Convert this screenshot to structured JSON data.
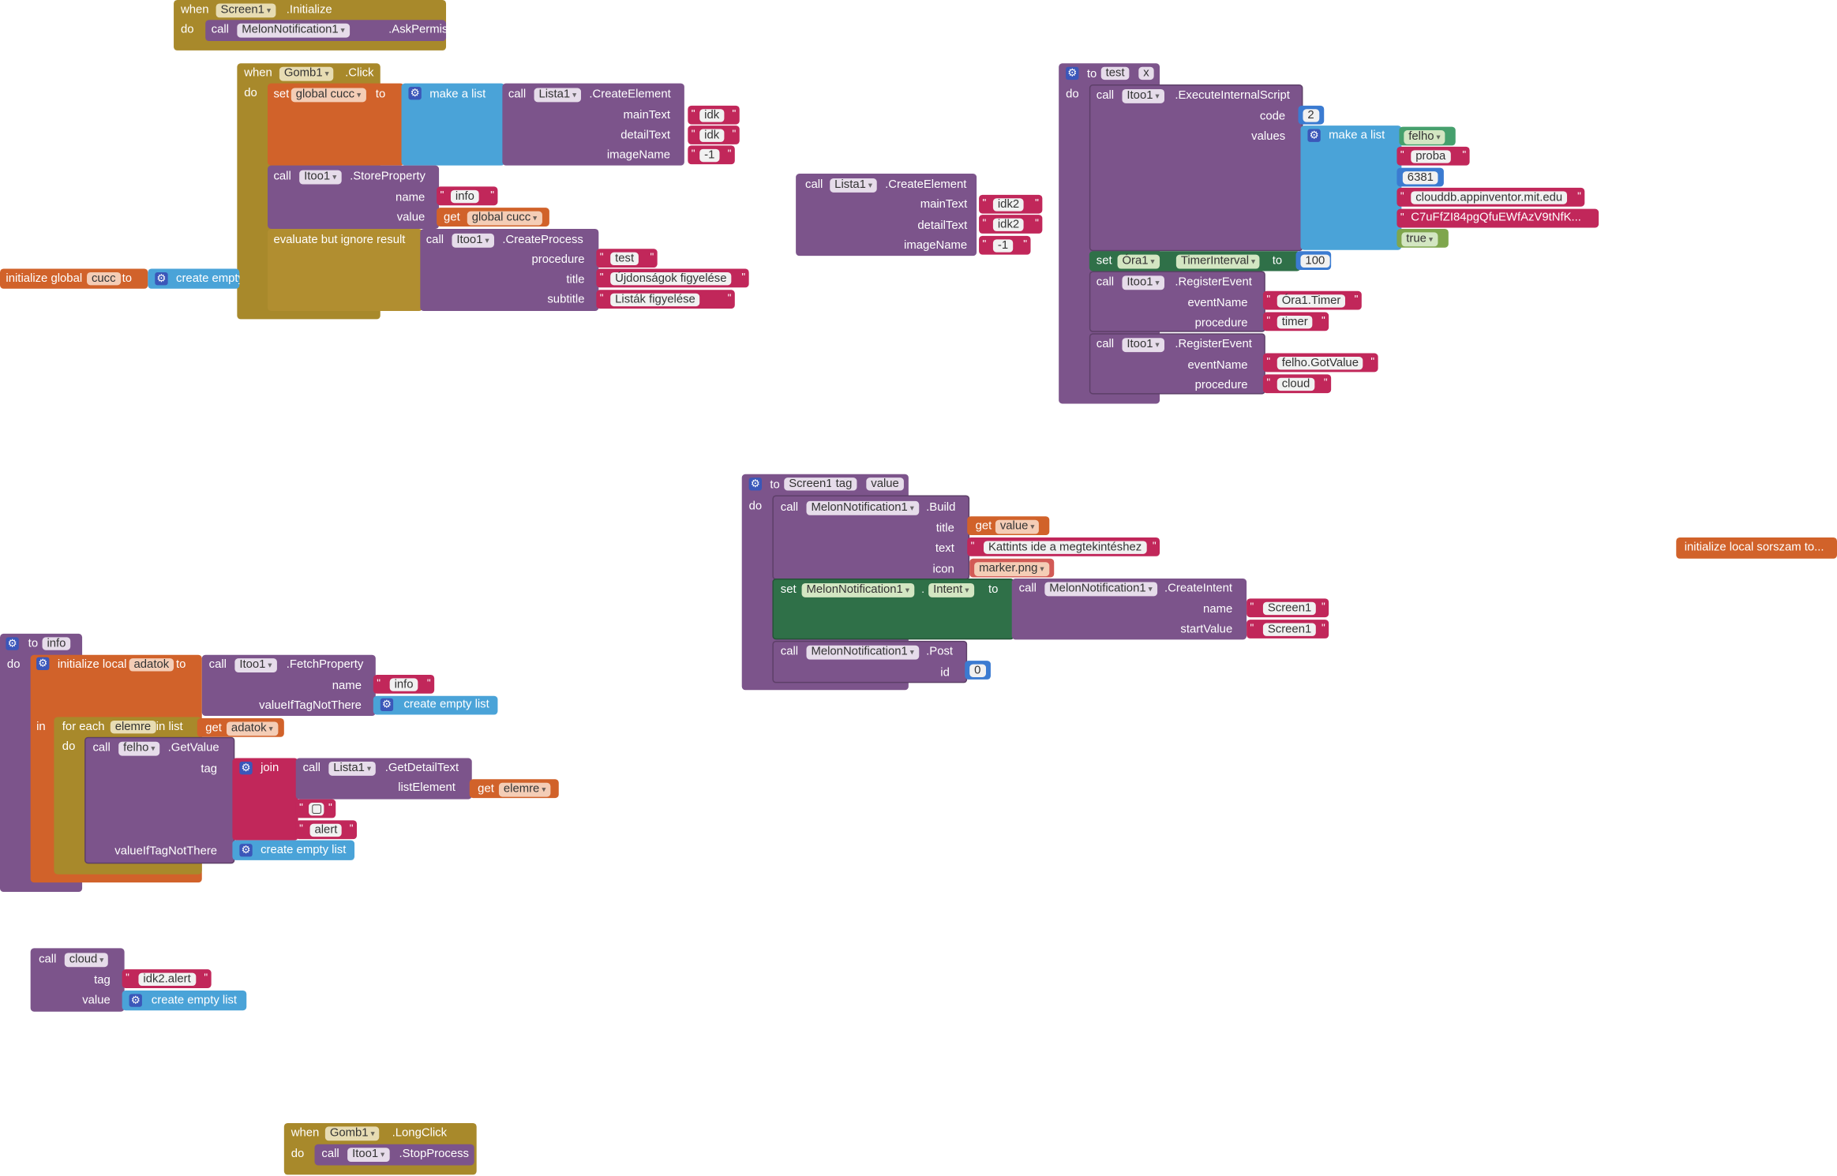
{
  "kw": {
    "when": "when",
    "do": "do",
    "call": "call",
    "set": "set",
    "to": "to",
    "in": "in",
    "get": "get",
    "join": "join",
    "make_list": "make a list",
    "create_empty": "create empty list",
    "eval_ignore": "evaluate but ignore result",
    "for_each": "for each",
    "in_list": "in list",
    "init_global": "initialize global",
    "init_local": "initialize local",
    "init_local_sorszam": "initialize local sorszam to..."
  },
  "b_init": {
    "component": "Screen1",
    "event": ".Initialize",
    "target": "MelonNotification1",
    "method": ".AskPermission"
  },
  "b_click": {
    "component": "Gomb1",
    "event": ".Click",
    "var": "global cucc",
    "list": "Lista1",
    "create_el": ".CreateElement",
    "mainText_lbl": "mainText",
    "mainText": "idk",
    "detailText_lbl": "detailText",
    "detailText": "idk",
    "imageName_lbl": "imageName",
    "imageName": "-1",
    "itoo": "Itoo1",
    "store": ".StoreProperty",
    "name_lbl": "name",
    "name_val": "info",
    "value_lbl": "value",
    "value_get": "global cucc",
    "create_proc": ".CreateProcess",
    "procedure_lbl": "procedure",
    "procedure": "test",
    "title_lbl": "title",
    "title": "Újdonságok figyelése",
    "subtitle_lbl": "subtitle",
    "subtitle": "Listák figyelése"
  },
  "b_global": {
    "var": "cucc",
    "value": "create empty list"
  },
  "b_lista": {
    "list": "Lista1",
    "method": ".CreateElement",
    "mainText_lbl": "mainText",
    "mainText": "idk2",
    "detailText_lbl": "detailText",
    "detailText": "idk2",
    "imageName_lbl": "imageName",
    "imageName": "-1"
  },
  "b_test": {
    "name": "test",
    "param": "x",
    "itoo": "Itoo1",
    "exec": ".ExecuteInternalScript",
    "code_lbl": "code",
    "code": "2",
    "values_lbl": "values",
    "values": [
      "felho",
      "proba",
      "6381",
      "clouddb.appinventor.mit.edu",
      "C7uFfZI84pgQfuEWfAzV9tNfK...",
      "true"
    ],
    "clock": "Óra1",
    "prop": "TimerInterval",
    "interval": "100",
    "reg": ".RegisterEvent",
    "eventName_lbl": "eventName",
    "procedure_lbl": "procedure",
    "ev1": "Óra1.Timer",
    "proc1": "timer",
    "ev2": "felho.GotValue",
    "proc2": "cloud"
  },
  "b_cloud": {
    "name": "Screen1",
    "p1": "tag",
    "p2": "value",
    "melon": "MelonNotification1",
    "build": ".Build",
    "title_lbl": "title",
    "title_get": "value",
    "text_lbl": "text",
    "text": "Kattints ide a megtekintéshez",
    "icon_lbl": "icon",
    "icon": "marker.png",
    "prop": "Intent",
    "create_intent": ".CreateIntent",
    "name_lbl": "name",
    "start_lbl": "startValue",
    "start": "Screen1",
    "post": ".Post",
    "id_lbl": "id",
    "id": "0"
  },
  "b_timer": {
    "name": "info",
    "local": "adatok",
    "itoo": "Itoo1",
    "fetch": ".FetchProperty",
    "name_lbl": "name",
    "ifnot_lbl": "valueIfTagNotThere",
    "elem": "elemre",
    "felho": "felho",
    "getvalue": ".GetValue",
    "tag_lbl": "tag",
    "lista": "Lista1",
    "detail": ".GetDetailText",
    "listElement_lbl": "listElement",
    "sep": "▢",
    "alert": "alert"
  },
  "b_callcloud": {
    "proc": "cloud",
    "tag_lbl": "tag",
    "tag": "idk2.alert",
    "value_lbl": "value"
  },
  "b_long": {
    "component": "Gomb1",
    "event": ".LongClick",
    "itoo": "Itoo1",
    "method": ".StopProcess"
  },
  "colors": {
    "control": "#a8892b",
    "procedure": "#7c548b",
    "variable": "#d1622a",
    "list": "#4aa3d8",
    "text": "#c1275a",
    "math": "#3b7bd1",
    "logic": "#7fa64d",
    "component": "#2f7048"
  }
}
